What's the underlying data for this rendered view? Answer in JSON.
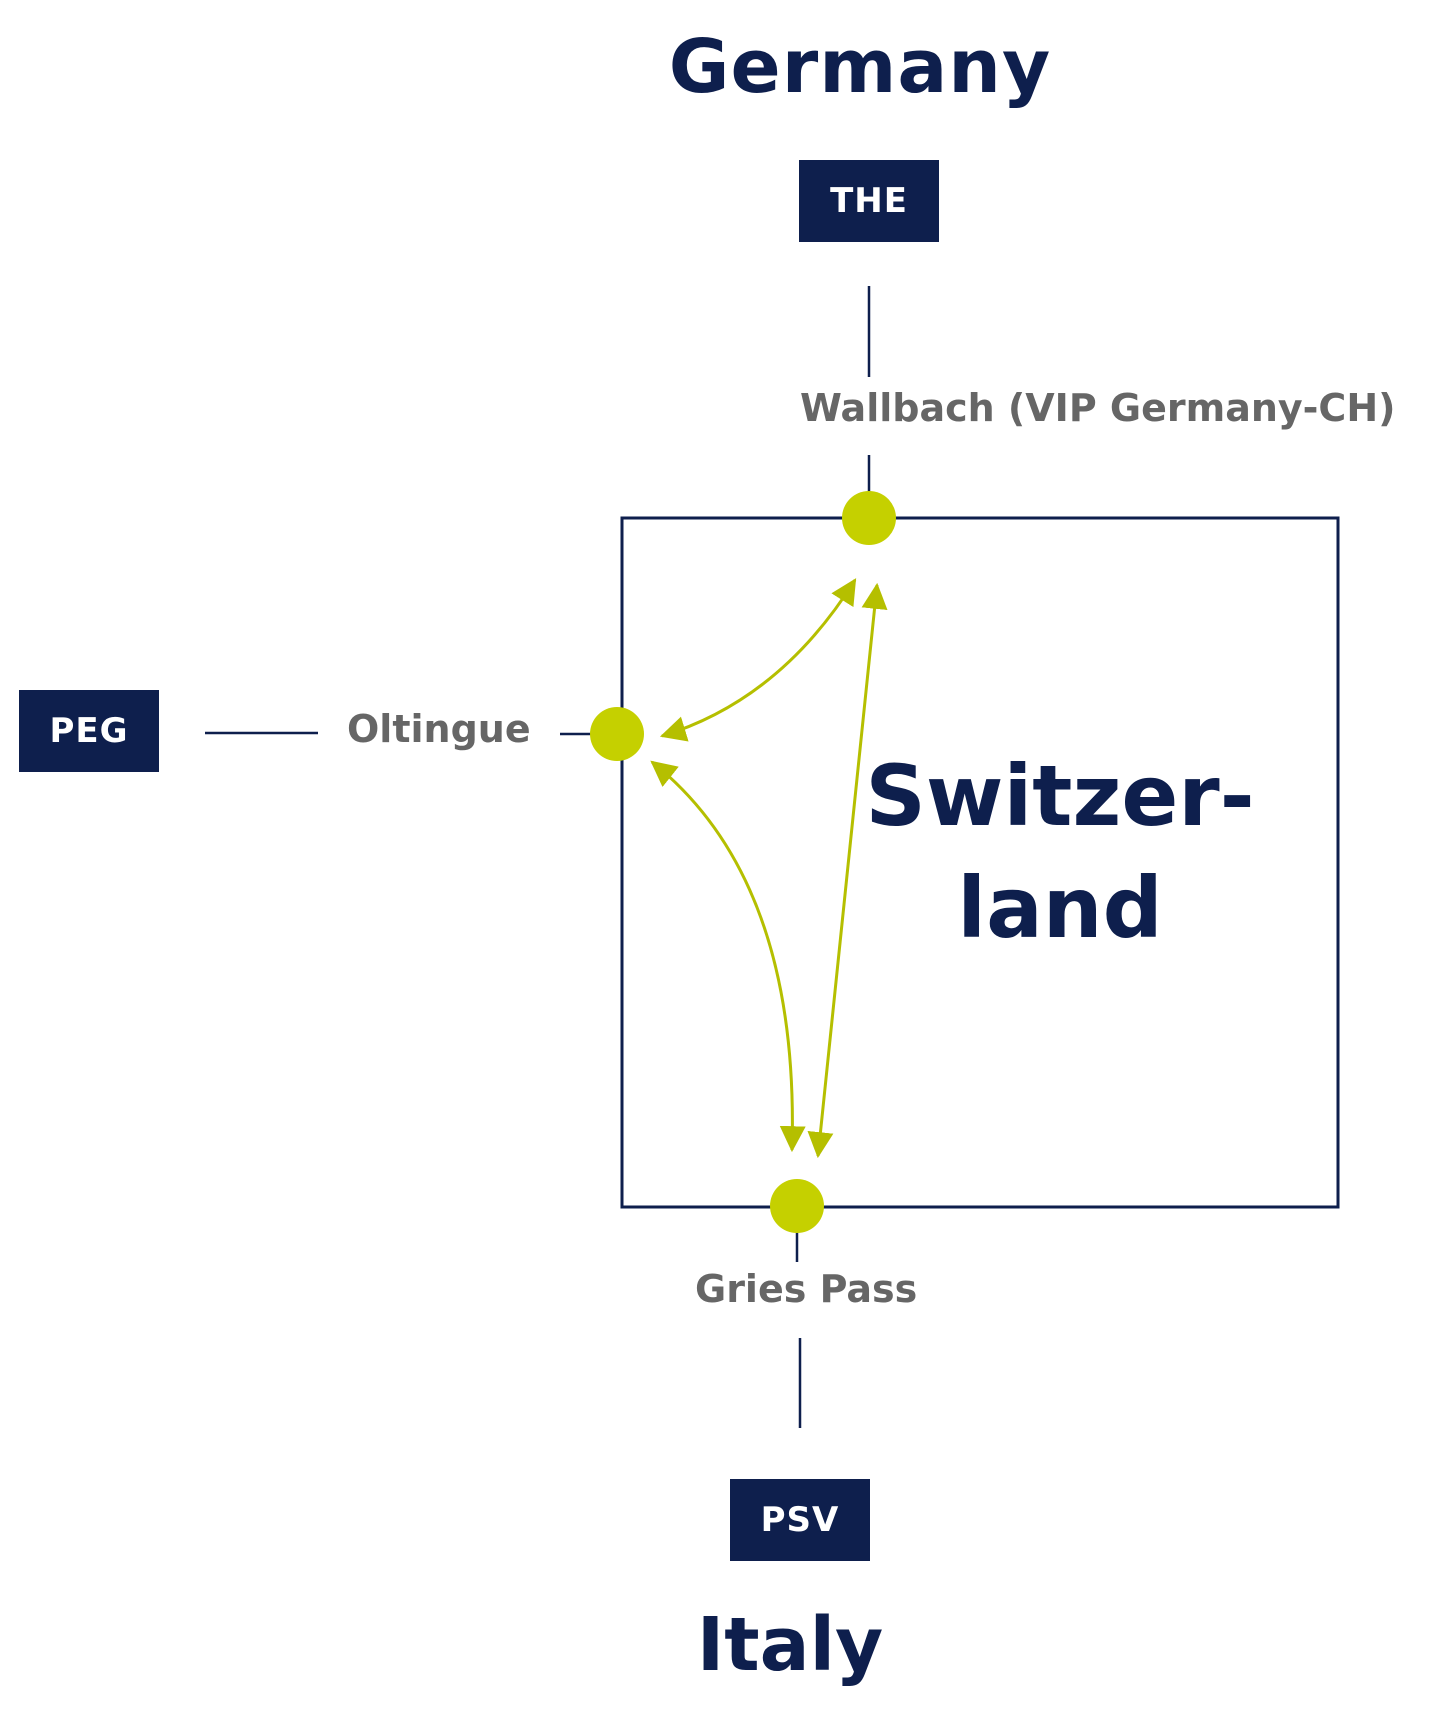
{
  "countries": {
    "north": "Germany",
    "center": "Switzer-land",
    "south": "Italy"
  },
  "hubs": {
    "north": "THE",
    "west": "PEG",
    "south": "PSV"
  },
  "points": {
    "north": "Wallbach (VIP Germany-CH)",
    "west": "Oltingue",
    "south": "Gries Pass"
  },
  "colors": {
    "navy": "#0e1f4d",
    "point": "#c5d000",
    "arrow": "#b5bf00",
    "label_gray": "#666666"
  }
}
